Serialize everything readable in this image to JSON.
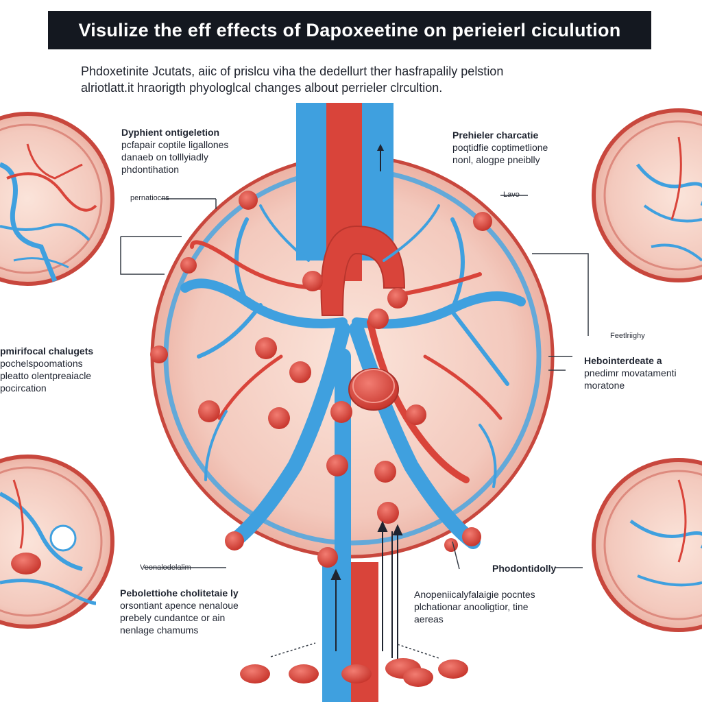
{
  "title": "Visulize the eff  effects of Dapoxeetine on perieierl ciculution",
  "intro": {
    "line1": "Phdoxetinite Jcutats,   aiic of prislcu viha  the dedellurt ther hasfrapalily pelstion",
    "line2": "alriotlatt.it hraorigth phyologlcal changes  albout perrieler clrcultion."
  },
  "labels": {
    "top_left": {
      "heading": "Dyphient ontigeletion",
      "line1": "pcfapair coptile ligallones",
      "line2": "danaeb on tolllyiadly",
      "line3": "phdontihation"
    },
    "top_right": {
      "heading": "Prehieler charcatie",
      "line1": "poqtidfie coptimetlione",
      "line2": "nonl, alogpe pneiblly"
    },
    "mid_left": {
      "heading": "pmirifocal chalugets",
      "line1": "pochelspoomations",
      "line2": "pleatto olentpreaiacle",
      "line3": "pocircation"
    },
    "mid_right": {
      "heading": "Hebointerdeate a",
      "line1": "pnedimr movatamenti",
      "line2": "moratone"
    },
    "bottom_left": {
      "heading": "Pebolettiohe cholitetaie ly",
      "line1": "orsontiant apence nenaloue",
      "line2": "prebely cundantce or ain",
      "line3": "nenlage chamums"
    },
    "bottom_right": {
      "line1": "Anopeniicalyfalaigie pocntes",
      "line2": "plchationar anooligtior, tine",
      "line3": "aereas"
    }
  },
  "callouts": {
    "pernatiocns": "pernatiocns",
    "lavo": "Lavo",
    "feetlriighy": "Feetlriighy",
    "veonalodelalim": "Veonalodelalim",
    "phodontidolly": "Phodontidolly"
  },
  "colors": {
    "vein_blue": "#3fa0df",
    "artery_red": "#d9443a",
    "tissue_pink": "#f6d2c8",
    "rim_red": "#c8473d",
    "pill_red": "#e0574e",
    "title_bg": "#141820"
  }
}
